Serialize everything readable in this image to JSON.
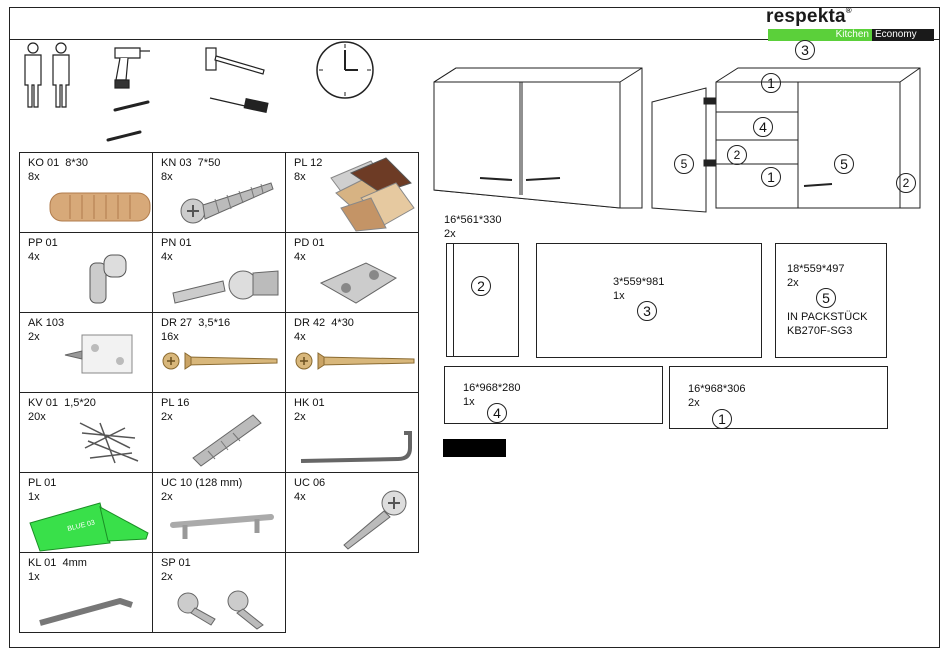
{
  "brand": {
    "name": "respekta",
    "reg": "®",
    "tagline_left": "Kitchen",
    "tagline_right": "Economy",
    "green": "#5bd03a",
    "dark": "#1a1a1a"
  },
  "tools": [
    "two-persons-icon",
    "drill-icon",
    "hammer-icon",
    "screwdriver-icon",
    "clock-icon"
  ],
  "parts": [
    [
      {
        "code": "KO 01  8*30",
        "qty": "8x",
        "icon": "wooden-dowel-icon"
      },
      {
        "code": "KN 03  7*50",
        "qty": "8x",
        "icon": "screw-icon"
      },
      {
        "code": "PL 12",
        "qty": "8x",
        "icon": "color-samples-icon"
      }
    ],
    [
      {
        "code": "PP 01",
        "qty": "4x",
        "icon": "shelf-support-icon"
      },
      {
        "code": "PN 01",
        "qty": "4x",
        "icon": "hinge-icon"
      },
      {
        "code": "PD 01",
        "qty": "4x",
        "icon": "hinge-plate-icon"
      }
    ],
    [
      {
        "code": "AK 103",
        "qty": "2x",
        "icon": "hanging-bracket-icon"
      },
      {
        "code": "DR 27  3,5*16",
        "qty": "16x",
        "icon": "short-screw-icon"
      },
      {
        "code": "DR 42  4*30",
        "qty": "4x",
        "icon": "long-screw-icon"
      }
    ],
    [
      {
        "code": "KV 01  1,5*20",
        "qty": "20x",
        "icon": "nails-icon"
      },
      {
        "code": "PL 16",
        "qty": "2x",
        "icon": "wall-plug-icon"
      },
      {
        "code": "HK 01",
        "qty": "2x",
        "icon": "hook-icon"
      }
    ],
    [
      {
        "code": "PL 01",
        "qty": "1x",
        "icon": "glue-tube-icon",
        "tube_text": "BLUE 03"
      },
      {
        "code": "UC 10 (128 mm)",
        "qty": "2x",
        "icon": "handle-icon"
      },
      {
        "code": "UC 06",
        "qty": "4x",
        "icon": "handle-screw-icon"
      }
    ],
    [
      {
        "code": "KL 01  4mm",
        "qty": "1x",
        "icon": "allen-key-icon"
      },
      {
        "code": "SP 01",
        "qty": "2x",
        "icon": "connector-screws-icon"
      }
    ]
  ],
  "cabinet_labels": {
    "n1": "1",
    "n2": "2",
    "n3": "3",
    "n4": "4",
    "n5": "5"
  },
  "panels": {
    "p2": {
      "dims": "16*561*330",
      "qty": "2x",
      "num": "2"
    },
    "p3": {
      "dims": "3*559*981",
      "qty": "1x",
      "num": "3"
    },
    "p5": {
      "dims": "18*559*497",
      "qty": "2x",
      "num": "5",
      "note1": "IN PACKSTÜCK",
      "note2": "KB270F-SG3"
    },
    "p4": {
      "dims": "16*968*280",
      "qty": "1x",
      "num": "4"
    },
    "p1": {
      "dims": "16*968*306",
      "qty": "2x",
      "num": "1"
    }
  }
}
